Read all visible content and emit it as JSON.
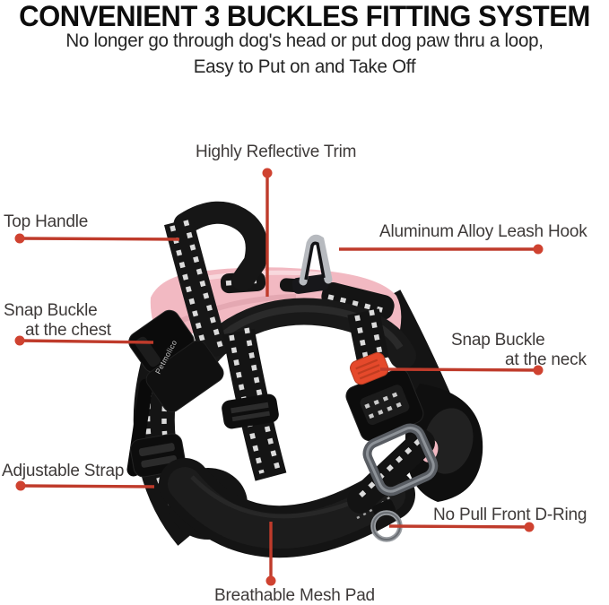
{
  "header": {
    "title": "CONVENIENT 3 BUCKLES FITTING SYSTEM",
    "subtitle_line1": "No longer go through dog's head or put dog paw thru a loop,",
    "subtitle_line2": "Easy to Put on and Take Off"
  },
  "annotations": [
    {
      "id": "highly-reflective-trim",
      "label": "Highly Reflective Trim"
    },
    {
      "id": "top-handle",
      "label": "Top Handle"
    },
    {
      "id": "aluminum-alloy-leash-hook",
      "label": "Aluminum Alloy Leash Hook"
    },
    {
      "id": "snap-buckle-chest",
      "label_line1": "Snap Buckle",
      "label_line2": "at the chest"
    },
    {
      "id": "snap-buckle-neck",
      "label_line1": "Snap Buckle",
      "label_line2": "at the neck"
    },
    {
      "id": "adjustable-strap",
      "label": "Adjustable Strap"
    },
    {
      "id": "no-pull-front-d-ring",
      "label": "No Pull Front D-Ring"
    },
    {
      "id": "breathable-mesh-pad",
      "label": "Breathable Mesh Pad"
    }
  ],
  "harness": {
    "brand_text": "Petmolico"
  },
  "colors": {
    "title_text": "#0d0d0d",
    "subtitle_text": "#262626",
    "label_text": "#3e3a39",
    "leader_line": "#bf3b2b",
    "leader_dot": "#cf4230",
    "harness_black": "#141414",
    "harness_pink": "#f2b9c2",
    "buckle_red": "#e5492b",
    "metal_gray": "#b7babf",
    "reflective_white": "#ededed",
    "background": "#ffffff"
  }
}
